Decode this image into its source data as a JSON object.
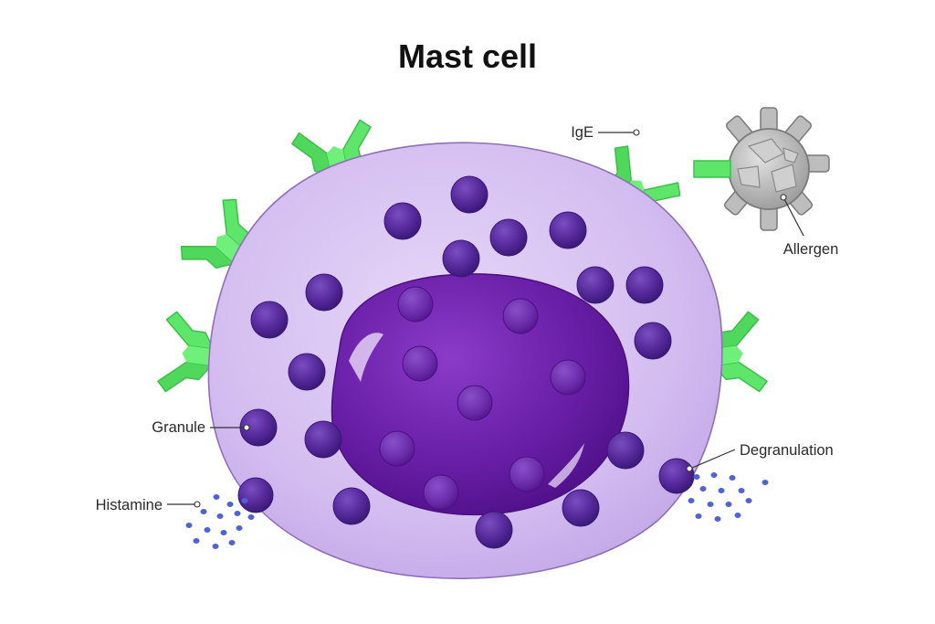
{
  "title": "Mast cell",
  "labels": {
    "ige": "IgE",
    "allergen": "Allergen",
    "granule": "Granule",
    "histamine": "Histamine",
    "degranulation": "Degranulation"
  },
  "colors": {
    "cell_membrane": "#d9c2f2",
    "cytoplasm": "#c9a9ec",
    "nucleus": "#6a20a8",
    "granule": "#5a2b9a",
    "antibody": "#5ee66a",
    "allergen": "#b8b8b8",
    "histamine": "#4f62d6"
  }
}
